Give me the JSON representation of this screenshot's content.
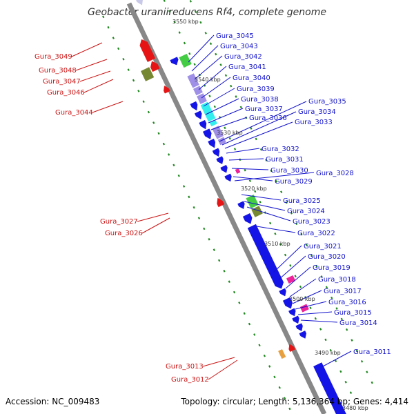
{
  "title": "Geobacter uraniireducens Rf4, complete genome",
  "accession": "Accession: NC_009483",
  "summary": "Topology: circular; Length: 5,136,364 bp; Genes: 4,414",
  "colors": {
    "forward": "#1414e6",
    "reverse": "#e61414",
    "backbone": "#888888",
    "green": "#44cc44",
    "olive": "#778833",
    "lavender": "#9f8fe6",
    "cyan": "#33eeee",
    "magenta": "#ee2299",
    "orange": "#e6a040",
    "dots": "#228822"
  },
  "scale_ticks": [
    "3550 kbp",
    "3540 kbp",
    "3530 kbp",
    "3520 kbp",
    "3510 kbp",
    "3500 kbp",
    "3490 kbp",
    "3480 kbp"
  ],
  "forward_labels": [
    "Gura_3045",
    "Gura_3043",
    "Gura_3042",
    "Gura_3041",
    "Gura_3040",
    "Gura_3039",
    "Gura_3038",
    "Gura_3037",
    "Gura_3036",
    "Gura_3035",
    "Gura_3034",
    "Gura_3033",
    "Gura_3032",
    "Gura_3031",
    "Gura_3030",
    "Gura_3029",
    "Gura_3028",
    "Gura_3025",
    "Gura_3024",
    "Gura_3023",
    "Gura_3022",
    "Gura_3021",
    "Gura_3020",
    "Gura_3019",
    "Gura_3018",
    "Gura_3017",
    "Gura_3016",
    "Gura_3015",
    "Gura_3014",
    "Gura_3011"
  ],
  "reverse_labels": [
    "Gura_3049",
    "Gura_3048",
    "Gura_3047",
    "Gura_3046",
    "Gura_3044",
    "Gura_3027",
    "Gura_3026",
    "Gura_3013",
    "Gura_3012"
  ]
}
